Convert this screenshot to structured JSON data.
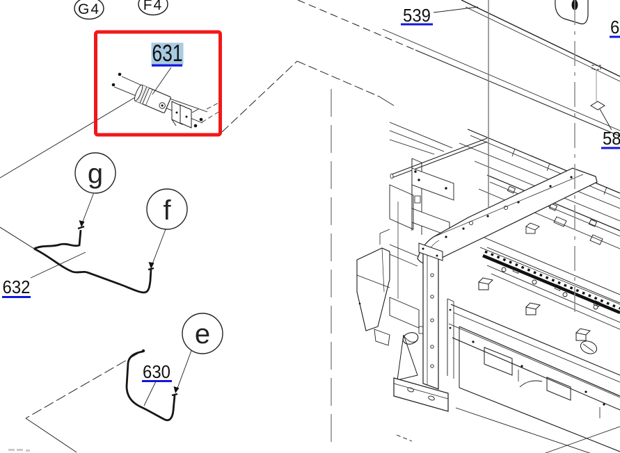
{
  "diagram": {
    "type": "exploded-parts-diagram",
    "grid_refs": [
      {
        "label": "G4"
      },
      {
        "label": "F4"
      }
    ],
    "parts": [
      {
        "number": "631",
        "selected": true
      },
      {
        "number": "539",
        "selected": false
      },
      {
        "number": "632",
        "selected": false
      },
      {
        "number": "630",
        "selected": false
      },
      {
        "number": "58",
        "selected": false,
        "clipped": true
      },
      {
        "number": "6",
        "selected": false,
        "clipped": true
      }
    ],
    "callouts": [
      {
        "letter": "g"
      },
      {
        "letter": "f"
      },
      {
        "letter": "e"
      }
    ],
    "colors": {
      "selection_box": "#f11818",
      "selected_label_bg": "#a9cbe1",
      "link_underline": "#1216dd",
      "drawing_line": "#1a1a1a",
      "guide_line_gray": "#8a8a8a",
      "background": "#ffffff"
    }
  }
}
